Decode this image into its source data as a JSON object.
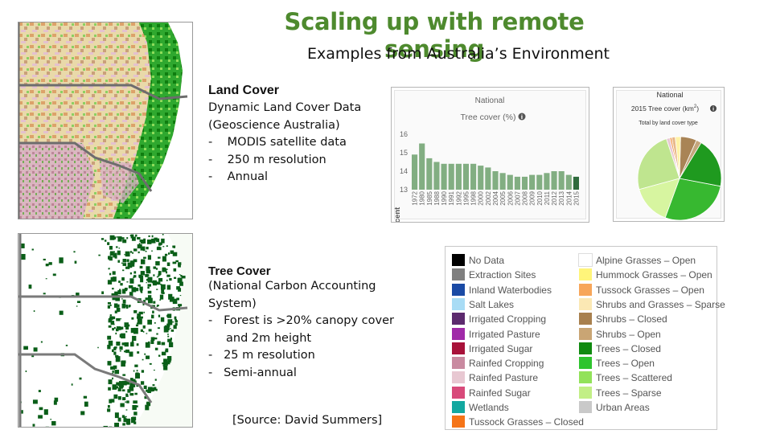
{
  "title": "Scaling up with remote sensing",
  "subtitle": "Examples from Australia’s Environment",
  "land_cover": {
    "heading": "Land Cover",
    "lines": [
      "Dynamic Land Cover Data",
      "(Geoscience Australia)"
    ],
    "bullets": [
      "MODIS satellite data",
      "250 m resolution",
      "Annual"
    ]
  },
  "tree_cover": {
    "heading": "Tree Cover",
    "lines": [
      "(National Carbon Accounting",
      "System)"
    ],
    "bullets": [
      "Forest is >20% canopy cover and 2m height",
      "25 m resolution",
      "Semi-annual"
    ]
  },
  "source": "[Source: David Summers]",
  "bar_panel": {
    "top_label": "National",
    "chart_title": "Tree cover (%)",
    "info_icon": "info-icon"
  },
  "pie_panel": {
    "top_label": "National",
    "chart_title": "2015 Tree cover (km",
    "chart_title_sup": "2",
    "chart_title_end": ")",
    "subtitle": "Total by land cover type",
    "info_icon": "info-icon"
  },
  "chart_data": [
    {
      "type": "bar",
      "title": "Tree cover (%)",
      "ylabel": "percent",
      "ylim": [
        13,
        16
      ],
      "yticks": [
        "13",
        "14",
        "15",
        "16"
      ],
      "categories": [
        "1972",
        "1980",
        "1985",
        "1988",
        "1990",
        "1991",
        "1992",
        "1995",
        "1998",
        "2000",
        "2002",
        "2004",
        "2005",
        "2006",
        "2007",
        "2008",
        "2009",
        "2010",
        "2011",
        "2012",
        "2013",
        "2014",
        "2015"
      ],
      "values": [
        14.9,
        15.5,
        14.7,
        14.5,
        14.4,
        14.4,
        14.4,
        14.4,
        14.4,
        14.3,
        14.2,
        14.0,
        13.9,
        13.8,
        13.7,
        13.7,
        13.8,
        13.8,
        13.9,
        14.0,
        14.0,
        13.8,
        13.7
      ],
      "color": "#82ae82",
      "highlight_color": "#2f6b3d"
    },
    {
      "type": "pie",
      "title": "2015 Tree cover (km2)",
      "subtitle": "Total by land cover type",
      "slices": [
        {
          "value": 40,
          "color": "#37b830"
        },
        {
          "value": 28,
          "color": "#1f9a1f"
        },
        {
          "value": 3,
          "color": "#c4a67c"
        },
        {
          "value": 9,
          "color": "#a98456"
        },
        {
          "value": 3,
          "color": "#fff2a6"
        },
        {
          "value": 2,
          "color": "#e8b88a"
        },
        {
          "value": 1,
          "color": "#f28d3b"
        },
        {
          "value": 2,
          "color": "#e8c9d3"
        },
        {
          "value": 35,
          "color": "#bfe58f"
        },
        {
          "value": 22,
          "color": "#d7f5a0"
        }
      ]
    }
  ],
  "legend": {
    "col1": [
      {
        "label": "No Data",
        "color": "#000000"
      },
      {
        "label": "Extraction Sites",
        "color": "#808080"
      },
      {
        "label": "Inland Waterbodies",
        "color": "#1a4aa5"
      },
      {
        "label": "Salt Lakes",
        "color": "#a8dcf5"
      },
      {
        "label": "Irrigated Cropping",
        "color": "#5c2a6e"
      },
      {
        "label": "Irrigated Pasture",
        "color": "#a02aa8"
      },
      {
        "label": "Irrigated Sugar",
        "color": "#a8123a"
      },
      {
        "label": "Rainfed Cropping",
        "color": "#c98aa0"
      },
      {
        "label": "Rainfed Pasture",
        "color": "#e8c8d2"
      },
      {
        "label": "Rainfed Sugar",
        "color": "#d84a7a"
      },
      {
        "label": "Wetlands",
        "color": "#13a8a0"
      },
      {
        "label": "Tussock Grasses – Closed",
        "color": "#f57418"
      }
    ],
    "col2": [
      {
        "label": "Alpine Grasses – Open",
        "color": "#ffffff"
      },
      {
        "label": "Hummock Grasses – Open",
        "color": "#fff57a"
      },
      {
        "label": "Tussock Grasses – Open",
        "color": "#f7a65a"
      },
      {
        "label": "Shrubs and Grasses – Sparse",
        "color": "#fbe8b4"
      },
      {
        "label": "Shrubs – Closed",
        "color": "#a8804e"
      },
      {
        "label": "Shrubs – Open",
        "color": "#c9a574"
      },
      {
        "label": "Trees – Closed",
        "color": "#108a10"
      },
      {
        "label": "Trees – Open",
        "color": "#2ec42e"
      },
      {
        "label": "Trees – Scattered",
        "color": "#92e25a"
      },
      {
        "label": "Trees – Sparse",
        "color": "#c2ef86"
      },
      {
        "label": "Urban Areas",
        "color": "#c9c9c9"
      }
    ]
  }
}
